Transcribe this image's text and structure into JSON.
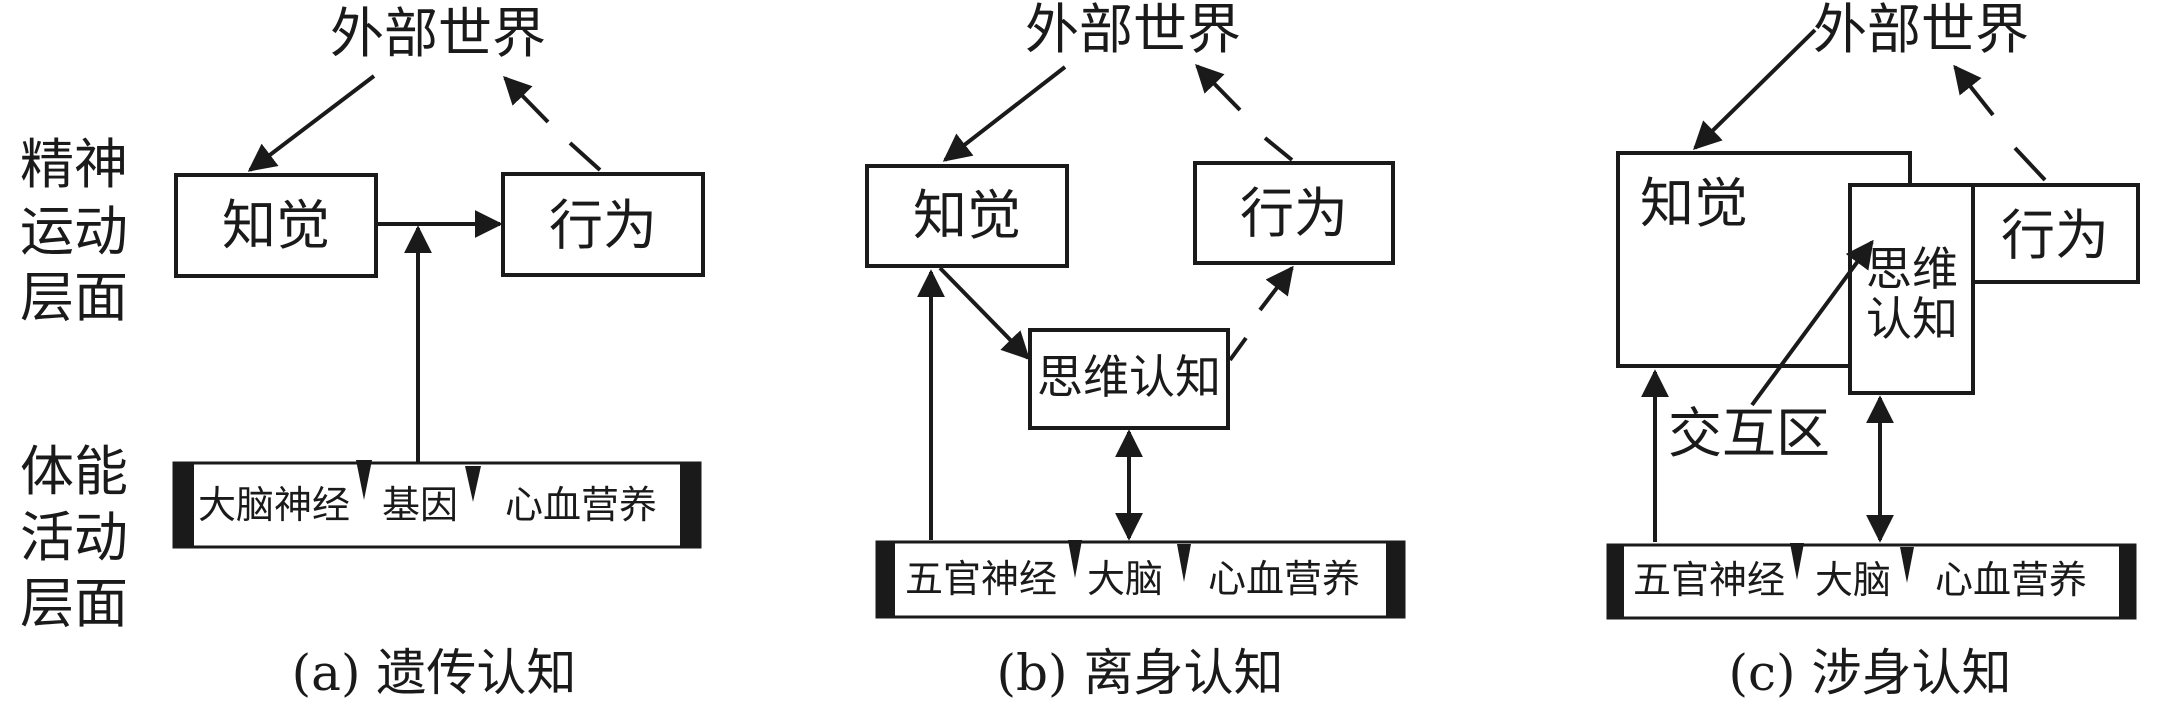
{
  "figure": {
    "panels": [
      {
        "id": "a",
        "external_world": "外部世界",
        "perception": "知觉",
        "action": "行为",
        "body_bar": [
          "大脑神经",
          "基因",
          "心血营养"
        ],
        "caption": "(a) 遗传认知"
      },
      {
        "id": "b",
        "external_world": "外部世界",
        "perception": "知觉",
        "action": "行为",
        "cognition": "思维认知",
        "body_bar": [
          "五官神经",
          "大脑",
          "心血营养"
        ],
        "caption": "(b) 离身认知"
      },
      {
        "id": "c",
        "external_world": "外部世界",
        "perception": "知觉",
        "action": "行为",
        "cognition_line1": "思维",
        "cognition_line2": "认知",
        "interaction_zone": "交互区",
        "body_bar": [
          "五官神经",
          "大脑",
          "心血营养"
        ],
        "caption": "(c) 涉身认知"
      }
    ],
    "row_labels": {
      "mental": [
        "精神",
        "运动",
        "层面"
      ],
      "physical": [
        "体能",
        "活动",
        "层面"
      ]
    }
  }
}
